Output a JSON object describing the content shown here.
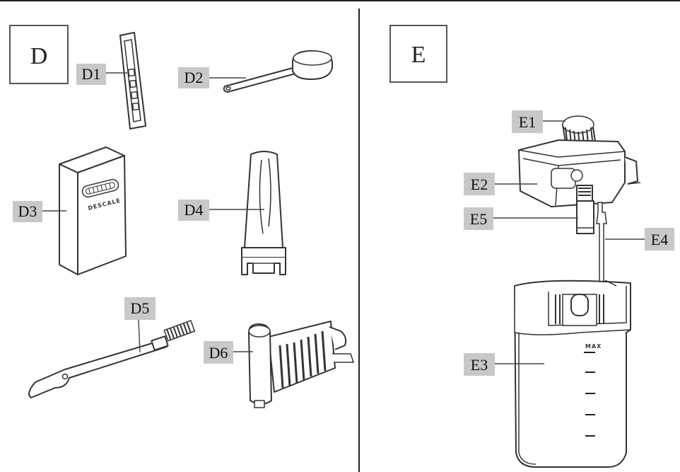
{
  "panels": [
    {
      "id": "D",
      "label": "D"
    },
    {
      "id": "E",
      "label": "E"
    }
  ],
  "callouts": {
    "D1": "D1",
    "D2": "D2",
    "D3": "D3",
    "D4": "D4",
    "D5": "D5",
    "D6": "D6",
    "E1": "E1",
    "E2": "E2",
    "E3": "E3",
    "E4": "E4",
    "E5": "E5"
  },
  "descale_box_text": "DESCALE",
  "jug_max_marking": "MAX"
}
